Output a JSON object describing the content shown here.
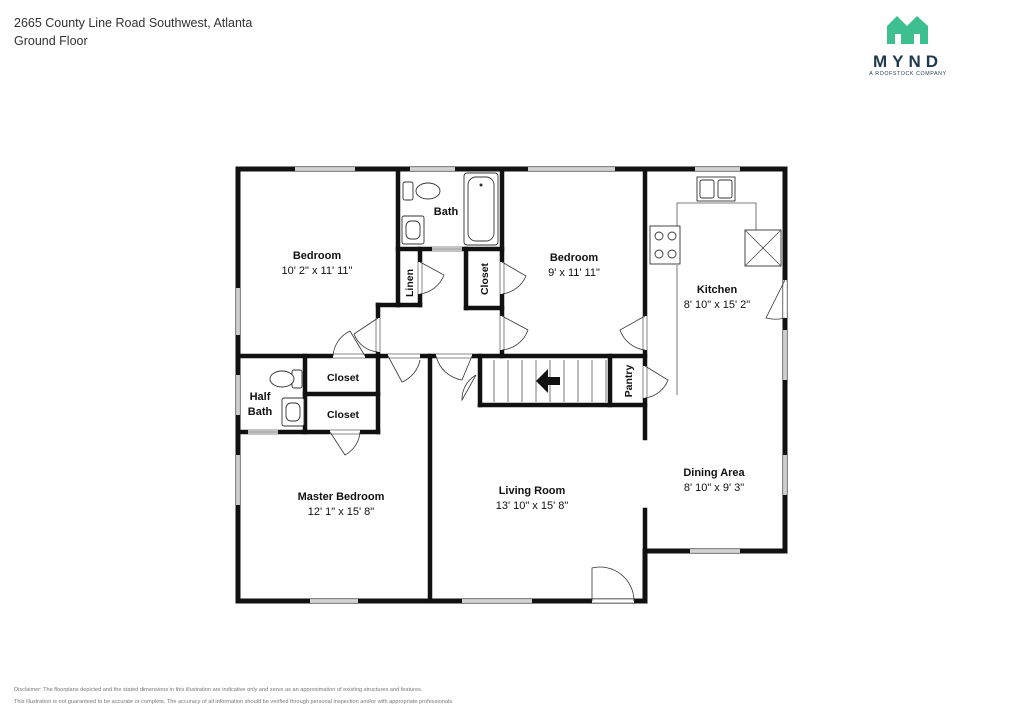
{
  "header": {
    "address": "2665 County Line Road Southwest, Atlanta",
    "floor": "Ground Floor"
  },
  "brand": {
    "name": "MYND",
    "tagline": "A ROOFSTOCK COMPANY",
    "color": "#3dbf8f",
    "text_color": "#1f3a4d"
  },
  "rooms": {
    "bedroom1": {
      "name": "Bedroom",
      "dims": "10' 2\" x 11' 11\""
    },
    "bath": {
      "name": "Bath"
    },
    "bedroom2": {
      "name": "Bedroom",
      "dims": "9' x 11' 11\""
    },
    "kitchen": {
      "name": "Kitchen",
      "dims": "8' 10\" x 15' 2\""
    },
    "linen": {
      "name": "Linen"
    },
    "closet_upper": {
      "name": "Closet"
    },
    "closet_a": {
      "name": "Closet"
    },
    "closet_b": {
      "name": "Closet"
    },
    "half_bath": {
      "line1": "Half",
      "line2": "Bath"
    },
    "pantry": {
      "name": "Pantry"
    },
    "master": {
      "name": "Master Bedroom",
      "dims": "12' 1\" x 15' 8\""
    },
    "living": {
      "name": "Living Room",
      "dims": "13' 10\" x 15' 8\""
    },
    "dining": {
      "name": "Dining Area",
      "dims": "8' 10\" x 9' 3\""
    }
  },
  "disclaimer": {
    "line1": "Disclaimer: The floorplans depicted and the stated dimensions in this illustration are indicative only and serve as an approximation of existing structures and features.",
    "line2": "This illustration is not guaranteed to be accurate or complete. The accuracy of all information should be verified through personal inspection and/or with appropriate professionals."
  }
}
